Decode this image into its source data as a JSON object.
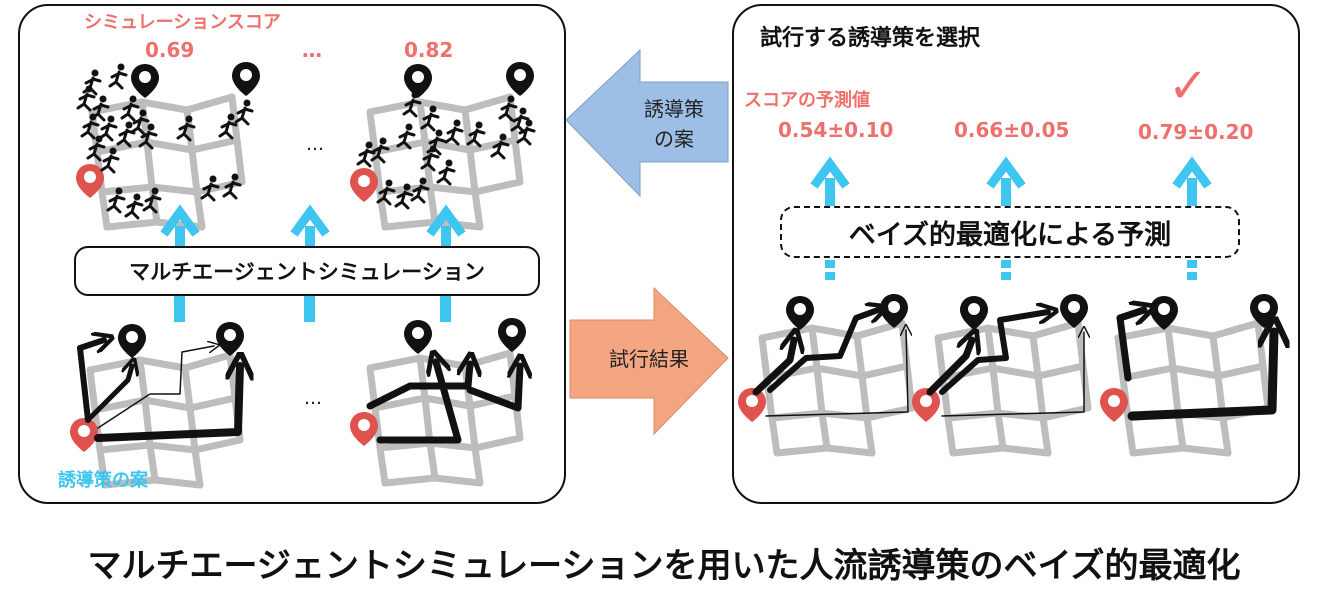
{
  "left_panel": {
    "score_label": "シミュレーションスコア",
    "score_first": "0.69",
    "score_ellipsis": "…",
    "score_last": "0.82",
    "mid_ellipsis_top": "…",
    "mid_ellipsis_bottom": "…",
    "simulation_box": "マルチエージェントシミュレーション",
    "proposal_label": "誘導策の案"
  },
  "arrows": {
    "left_arrow_line1": "誘導策",
    "left_arrow_line2": "の案",
    "right_arrow_label": "試行結果"
  },
  "right_panel": {
    "title": "試行する誘導策を選択",
    "prediction_label": "スコアの予測値",
    "predictions": [
      "0.54±0.10",
      "0.66±0.05",
      "0.79±0.20"
    ],
    "checkmark": "✓",
    "bo_box": "ベイズ的最適化による予測"
  },
  "caption": "マルチエージェントシミュレーションを用いた人流誘導策のベイズ的最適化",
  "colors": {
    "score_pink": "#ef6f6c",
    "cyan": "#3ec6f0",
    "arrow_blue": "#9dbfe6",
    "arrow_orange": "#f4a582",
    "road_gray": "#bdbdbd",
    "pin_red": "#e0524d"
  }
}
